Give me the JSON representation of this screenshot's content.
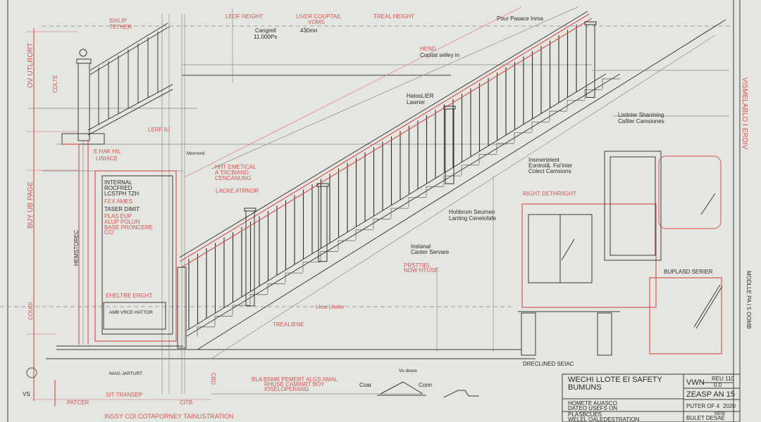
{
  "colors": {
    "paper": "#e4e6e2",
    "ink": "#2b2b2b",
    "redline": "#d9534f"
  },
  "labels": {
    "leof_height": "LEOF HEIGHT",
    "liver_coupail": "LIVER COUPTAIL",
    "voms": "VOMS",
    "treal_height": "TREAL HEIGHT",
    "pour_pasace": "Pour Pasace Inma",
    "sixlip": "SIXLIP",
    "tether": "TETHER",
    "cangrell": "Cangrell",
    "cangrell_val": "11.000Ps",
    "val_430": "430mn",
    "hend": "HEND",
    "copital": "Copital selley in",
    "ov_utlrort": "OV UTLRORT",
    "cdlte": "CDLTE",
    "lerf": "LERF 9J",
    "movrrend": "Movrrend",
    "ehak": "E HAK HIL",
    "liniace": "LINIACE",
    "hht_1": "HHT EMETICAL",
    "hht_2": "A TRCBIAND",
    "hht_3": "CENCANUNG",
    "lacke": "LACKE ATRNOR",
    "internal_1": "INTERNAL",
    "internal_2": "ROCFRED",
    "internal_3": "LCSTPH TZH",
    "fex_ames": "FEX AMES",
    "taser": "TASER DIMIT",
    "plas_1": "PLAS EUP",
    "plas_2": "ALUP POLUN",
    "plas_3": "BASE PRONCERE",
    "plas_4": "CCI",
    "hatoslier": "HatosLIER",
    "lawner": "Lawner",
    "listinier_1": "Listinier Shanining",
    "listinier_2": "Cafiter Camsiones",
    "insmert_1": "Insmertelent",
    "insmert_2": "Eontrol&. Fsi'inier",
    "insmert_3": "Colect Camsions",
    "right_deth": "RIGHT DETHRIIGHT",
    "hohbrom_1": "Hohbrom Seurnen",
    "hohbrom_2": "Lanting Cenelofafe",
    "instanal_1": "Instanal",
    "instanal_2": "Canter Servare",
    "prst_1": "PRSTTIEL",
    "prst_2": "NOW HTUSE",
    "buplasd": "BUPLASD SERIER",
    "ehelre": "EHELTRE ERGHT",
    "amb_vrce": "AMB VRCE HATTOR",
    "llow": "Llow Lhelor",
    "trealiene": "TREALIENE",
    "declined": "DRECLINED SEIAC",
    "niag": "NIAG JARTURT",
    "bla_1": "BLA  BSMR PEMERT ALGS AMAL",
    "bla_2": "RHUSE CAMINRT BOY",
    "bla_3": "IOSELOPERANG",
    "coar": "Coar",
    "conn": "Conn",
    "vo_doore": "Vo doore",
    "sit_transep": "SIT TRANSEP",
    "patcer": "PATCER",
    "citb": "CITB",
    "cbd": "CBD",
    "bottom_title": "INSSY COI COTAPORNEY TAINUSTRATION",
    "left_vert_1": "BUY UB PAGE",
    "left_vert_2": "HEMSTOREC",
    "left_vert_3": "COUDI",
    "vs": "VS",
    "right_vert_red": "VISMELABLO I ERDIV",
    "right_vert_dark": "MODLLE PA I 5 OOMB"
  },
  "title_block": {
    "title_1": "WECHI LLOTE EI SAFETY",
    "title_2": "BUMUNS",
    "info_1": "HOMETE AUASCO",
    "info_2": "DATEO USEFS ON",
    "info_3": "PLASBCUES",
    "info_4": "WELEL OALEDESTRATION",
    "vwn": "VWN",
    "rev_label": "REU 110",
    "rev_value": "0.0",
    "sheet_code": "ZEASP AN 15",
    "sheet_of": "PUTER OF 4",
    "year": "2020",
    "status": "NEW",
    "footer": "BULET DESAE"
  }
}
